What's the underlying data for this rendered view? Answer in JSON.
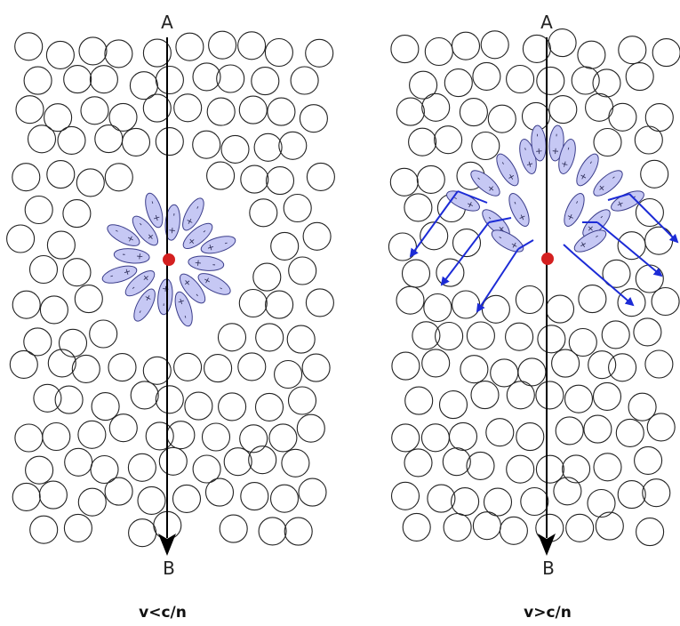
{
  "panels": [
    {
      "id": "left",
      "endpoint_top": "A",
      "endpoint_bottom": "B",
      "caption": "v<c/n",
      "state": "slower than light in medium: symmetric polarization, no radiation"
    },
    {
      "id": "right",
      "endpoint_top": "A",
      "endpoint_bottom": "B",
      "caption": "v>c/n",
      "state": "faster than light in medium: asymmetric polarization trailing the charge, radiated wavefront"
    }
  ],
  "colors": {
    "charge": "#d42020",
    "dipole_fill": "#c6c8f4",
    "dipole_stroke": "#3b3d8a",
    "wave_arrow": "#1c2bd6",
    "atom_stroke": "#222222",
    "trajectory": "#000000"
  },
  "signs": {
    "positive": "+",
    "negative": "-"
  }
}
